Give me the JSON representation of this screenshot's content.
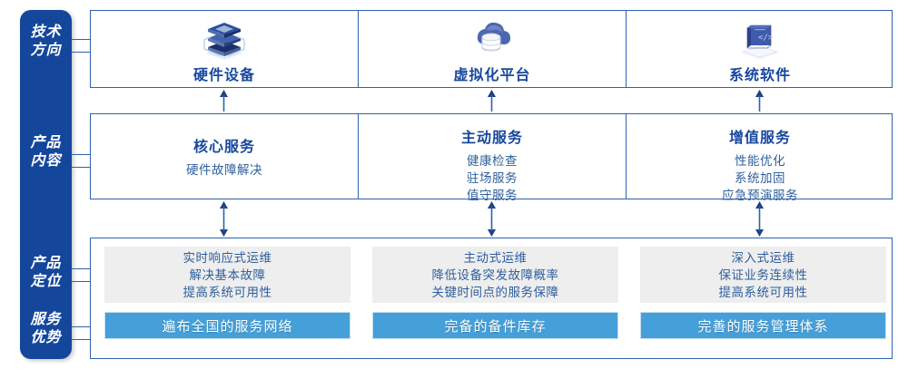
{
  "colors": {
    "rail_blue": "#14479b",
    "line_blue": "#2e62ae",
    "title_blue": "#17479e",
    "body_blue": "#2e5f9e",
    "bar_blue": "#45a0d9",
    "gray_box": "#eeeeee"
  },
  "rail": {
    "labels": [
      {
        "name": "tech-direction",
        "line1": "技术",
        "line2": "方向"
      },
      {
        "name": "product-content",
        "line1": "产品",
        "line2": "内容"
      },
      {
        "name": "product-positioning",
        "line1": "产品",
        "line2": "定位"
      },
      {
        "name": "service-advantage",
        "line1": "服务",
        "line2": "优势"
      }
    ]
  },
  "tech_row": {
    "cells": [
      {
        "icon": "server-stack-icon",
        "title": "硬件设备"
      },
      {
        "icon": "cloud-database-icon",
        "title": "虚拟化平台"
      },
      {
        "icon": "code-laptop-icon",
        "title": "系统软件"
      }
    ]
  },
  "content_row": {
    "cells": [
      {
        "title": "核心服务",
        "items": [
          "硬件故障解决"
        ]
      },
      {
        "title": "主动服务",
        "items": [
          "健康检查",
          "驻场服务",
          "值守服务"
        ]
      },
      {
        "title": "增值服务",
        "items": [
          "性能优化",
          "系统加固",
          "应急预演服务"
        ]
      }
    ]
  },
  "bottom_row": {
    "cells": [
      {
        "positioning": [
          "实时响应式运维",
          "解决基本故障",
          "提高系统可用性"
        ],
        "advantage": "遍布全国的服务网络"
      },
      {
        "positioning": [
          "主动式运维",
          "降低设备突发故障概率",
          "关键时间点的服务保障"
        ],
        "advantage": "完备的备件库存"
      },
      {
        "positioning": [
          "深入式运维",
          "保证业务连续性",
          "提高系统可用性"
        ],
        "advantage": "完善的服务管理体系"
      }
    ]
  }
}
